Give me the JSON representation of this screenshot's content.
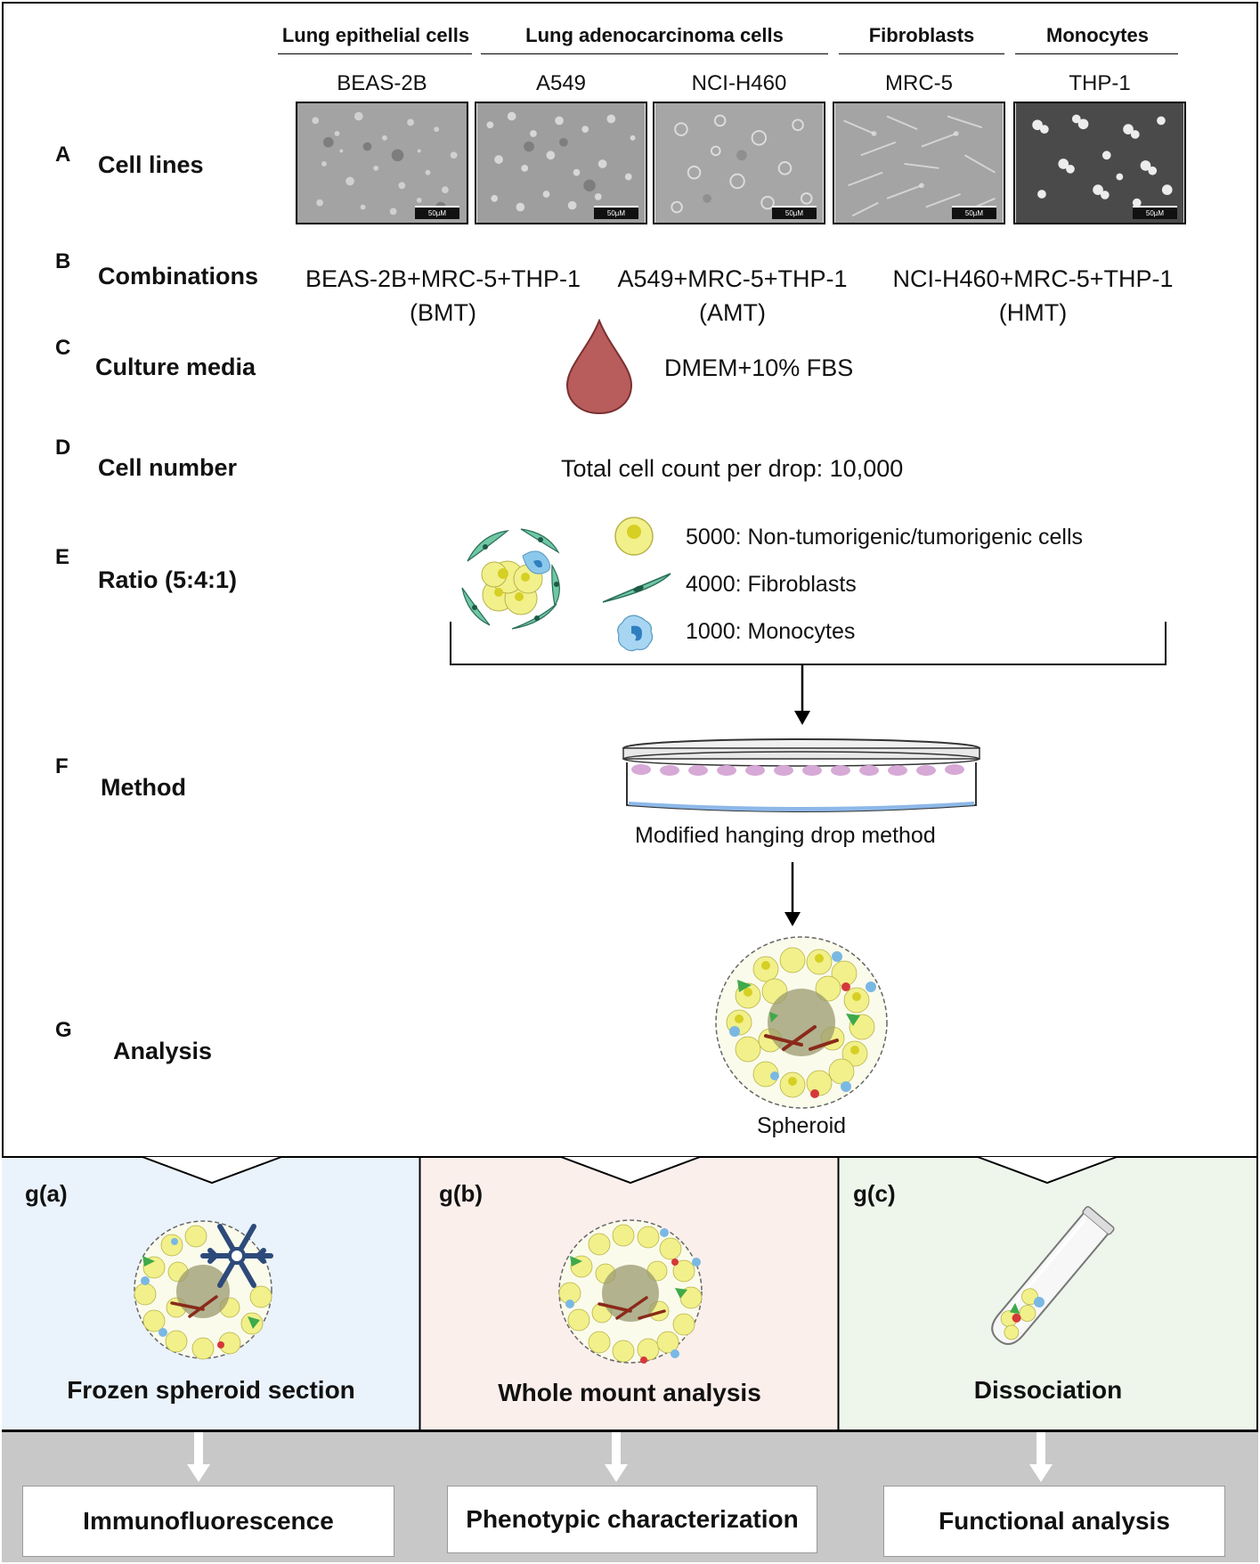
{
  "headers": {
    "epithelial": "Lung epithelial cells",
    "adenocarcinoma": "Lung adenocarcinoma cells",
    "fibroblasts": "Fibroblasts",
    "monocytes": "Monocytes"
  },
  "cell_lines": [
    {
      "name": "BEAS-2B",
      "scale": "50µM"
    },
    {
      "name": "A549",
      "scale": "50µM"
    },
    {
      "name": "NCI-H460",
      "scale": "50µM"
    },
    {
      "name": "MRC-5",
      "scale": "50µM"
    },
    {
      "name": "THP-1",
      "scale": "50µM"
    }
  ],
  "rows": {
    "A": {
      "letter": "A",
      "label": "Cell lines"
    },
    "B": {
      "letter": "B",
      "label": "Combinations"
    },
    "C": {
      "letter": "C",
      "label": "Culture media"
    },
    "D": {
      "letter": "D",
      "label": "Cell number"
    },
    "E": {
      "letter": "E",
      "label": "Ratio (5:4:1)"
    },
    "F": {
      "letter": "F",
      "label": "Method"
    },
    "G": {
      "letter": "G",
      "label": "Analysis"
    }
  },
  "combinations": [
    {
      "combo": "BEAS-2B+MRC-5+THP-1",
      "abbr": "(BMT)"
    },
    {
      "combo": "A549+MRC-5+THP-1",
      "abbr": "(AMT)"
    },
    {
      "combo": "NCI-H460+MRC-5+THP-1",
      "abbr": "(HMT)"
    }
  ],
  "media": "DMEM+10% FBS",
  "cell_count": "Total cell count per drop: 10,000",
  "ratio_items": [
    "5000: Non-tumorigenic/tumorigenic cells",
    "4000: Fibroblasts",
    "1000: Monocytes"
  ],
  "method": "Modified hanging drop method",
  "spheroid": "Spheroid",
  "panels": [
    {
      "label": "g(a)",
      "title": "Frozen spheroid section",
      "output": "Immunofluorescence",
      "bg": "#eaf3fb"
    },
    {
      "label": "g(b)",
      "title": "Whole mount analysis",
      "output": "Phenotypic characterization",
      "bg": "#fbefec"
    },
    {
      "label": "g(c)",
      "title": "Dissociation",
      "output": "Functional analysis",
      "bg": "#eef6ec"
    }
  ],
  "colors": {
    "drop": "#b85c5c",
    "yellow_cell": "#f0ee88",
    "fibroblast": "#6fc7a4",
    "monocyte": "#8cc8ec",
    "gray_band": "#c8c8c8"
  }
}
